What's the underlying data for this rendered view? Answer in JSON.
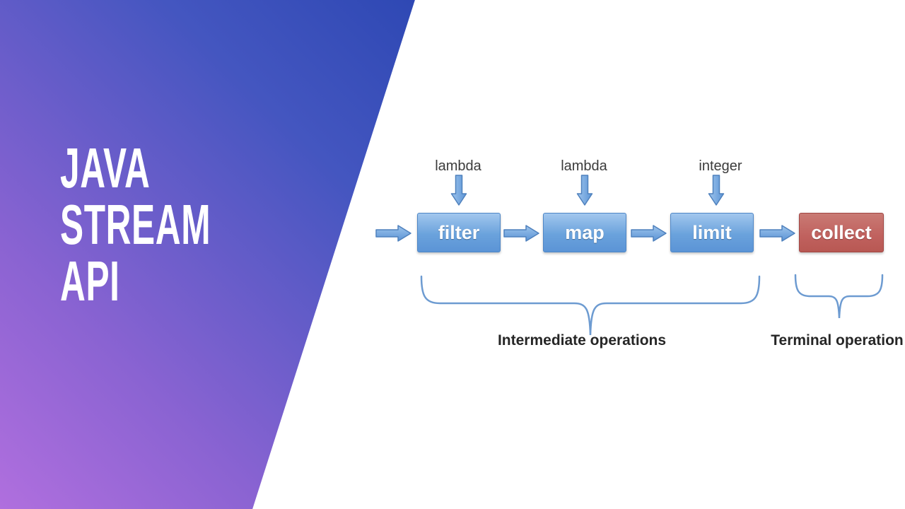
{
  "slide": {
    "title_lines": [
      "JAVA",
      "STREAM",
      "API"
    ]
  },
  "diagram": {
    "inputs": [
      {
        "label": "lambda",
        "target": "filter"
      },
      {
        "label": "lambda",
        "target": "map"
      },
      {
        "label": "integer",
        "target": "limit"
      }
    ],
    "stages": [
      {
        "label": "filter",
        "type": "intermediate"
      },
      {
        "label": "map",
        "type": "intermediate"
      },
      {
        "label": "limit",
        "type": "intermediate"
      },
      {
        "label": "collect",
        "type": "terminal"
      }
    ],
    "groups": [
      {
        "label": "Intermediate operations"
      },
      {
        "label": "Terminal operation"
      }
    ]
  },
  "colors": {
    "background": "#ffffff",
    "panel_gradient_start": "#2b46b2",
    "panel_gradient_end": "#b06fde",
    "title_text": "#ffffff",
    "stage_blue": "#6aa2dc",
    "stage_blue_border": "#4e86c6",
    "terminal_red": "#c0615e",
    "terminal_red_border": "#a14744",
    "arrow_blue": "#6fa8dc",
    "arrow_border": "#4f81bd",
    "brace_blue": "#6d9bd1",
    "label_text": "#3b3b3b",
    "group_label_text": "#262626"
  }
}
